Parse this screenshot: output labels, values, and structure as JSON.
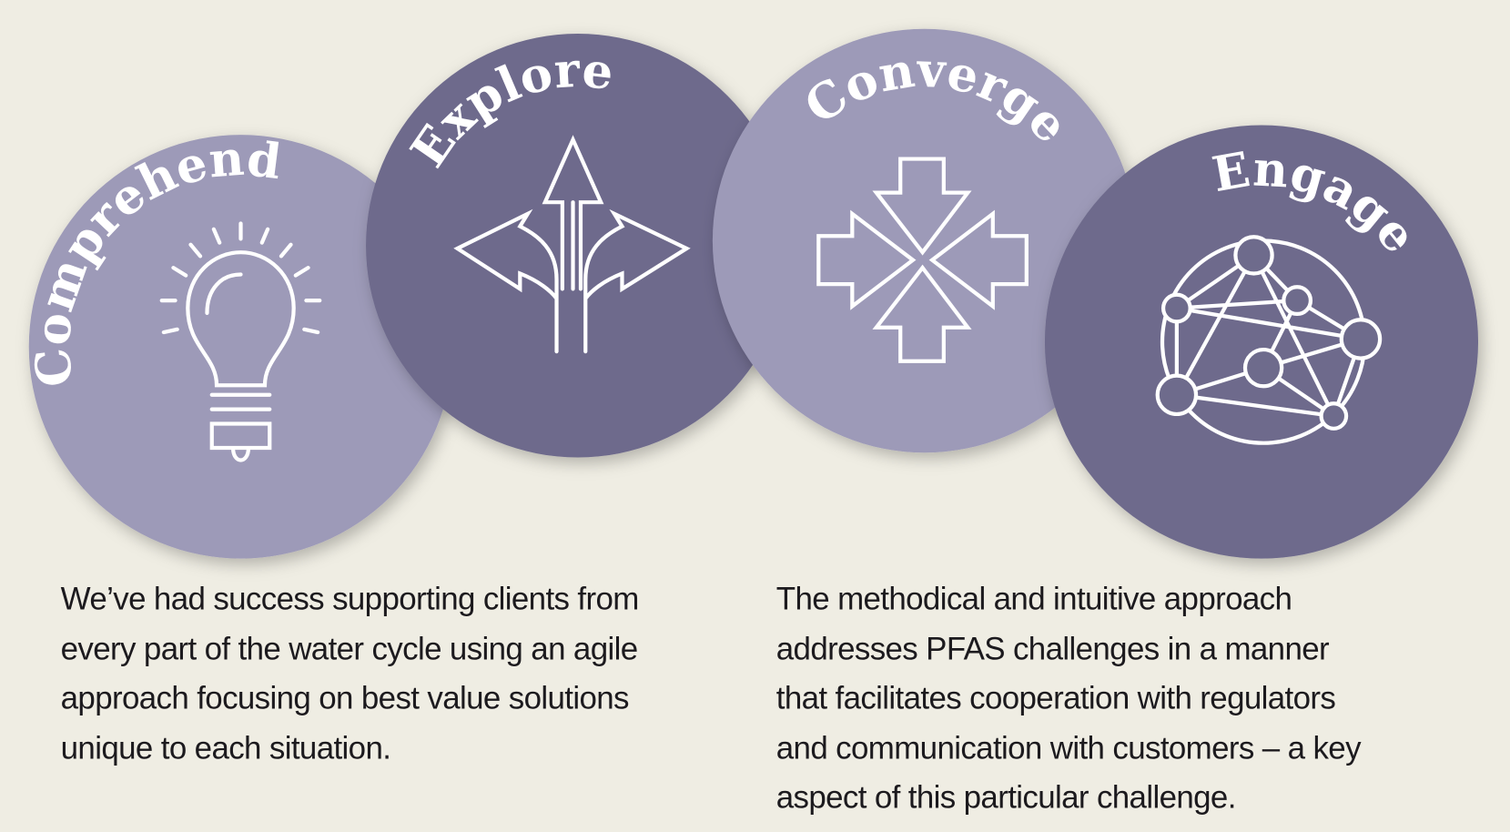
{
  "colors": {
    "background": "#efede3",
    "light_circle": "#9d9ab8",
    "dark_circle": "#6e6b8c",
    "text": "#1c1a1e"
  },
  "stages": [
    {
      "title": "Comprehend",
      "icon": "lightbulb-icon"
    },
    {
      "title": "Explore",
      "icon": "diverging-arrows-icon"
    },
    {
      "title": "Converge",
      "icon": "converging-arrows-icon"
    },
    {
      "title": "Engage",
      "icon": "network-globe-icon"
    }
  ],
  "paragraphs": {
    "left": [
      "We’ve had success supporting clients from",
      "every part of the water cycle using an agile",
      "approach focusing on best value solutions",
      "unique to each situation."
    ],
    "right": [
      "The methodical and intuitive approach",
      "addresses PFAS challenges in a manner",
      "that facilitates cooperation with regulators",
      "and communication with customers – a key",
      "aspect of this particular challenge."
    ]
  }
}
